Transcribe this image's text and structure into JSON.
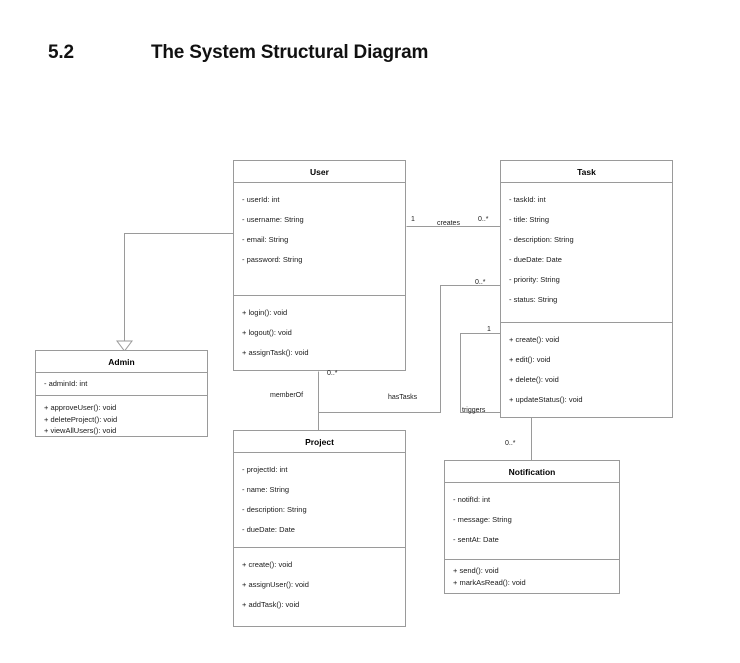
{
  "heading": {
    "section_number": "5.2",
    "title": "The System Structural Diagram"
  },
  "diagram": {
    "type": "uml-class-diagram",
    "line_color": "#9a9a9a",
    "classes": [
      {
        "id": "user",
        "name": "User",
        "attributes": [
          "- userId: int",
          "- username: String",
          "- email: String",
          "- password: String"
        ],
        "methods": [
          "+ login(): void",
          "+ logout(): void",
          "+ assignTask(): void"
        ]
      },
      {
        "id": "task",
        "name": "Task",
        "attributes": [
          "- taskId: int",
          "- title: String",
          "- description: String",
          "- dueDate: Date",
          "- priority: String",
          "- status: String"
        ],
        "methods": [
          "+ create(): void",
          "+ edit(): void",
          "+ delete(): void",
          "+ updateStatus(): void"
        ]
      },
      {
        "id": "admin",
        "name": "Admin",
        "attributes": [
          "- adminId: int"
        ],
        "methods": [
          "+ approveUser(): void",
          "+ deleteProject(): void",
          "+ viewAllUsers(): void"
        ]
      },
      {
        "id": "project",
        "name": "Project",
        "attributes": [
          "- projectId: int",
          "- name: String",
          "- description: String",
          "- dueDate: Date"
        ],
        "methods": [
          "+ create(): void",
          "+ assignUser(): void",
          "+ addTask(): void"
        ]
      },
      {
        "id": "notification",
        "name": "Notification",
        "attributes": [
          "- notifId: int",
          "- message: String",
          "- sentAt: Date"
        ],
        "methods": [
          "+ send(): void",
          "+ markAsRead(): void"
        ]
      }
    ],
    "relationships": [
      {
        "id": "creates",
        "label": "creates",
        "from": "user",
        "to": "task",
        "from_multiplicity": "1",
        "to_multiplicity": "0..*",
        "kind": "association"
      },
      {
        "id": "memberof",
        "label": "memberOf",
        "from": "user",
        "to": "project",
        "from_multiplicity": "0..*",
        "to_multiplicity": "",
        "kind": "association"
      },
      {
        "id": "hastasks",
        "label": "hasTasks",
        "from": "project",
        "to": "task",
        "from_multiplicity": "",
        "to_multiplicity": "0..*",
        "kind": "association"
      },
      {
        "id": "triggers",
        "label": "triggers",
        "from": "task",
        "to": "notification",
        "from_multiplicity": "1",
        "to_multiplicity": "0..*",
        "kind": "association"
      },
      {
        "id": "admin-inherits-user",
        "label": "",
        "from": "admin",
        "to": "user",
        "from_multiplicity": "",
        "to_multiplicity": "",
        "kind": "generalization"
      }
    ]
  }
}
